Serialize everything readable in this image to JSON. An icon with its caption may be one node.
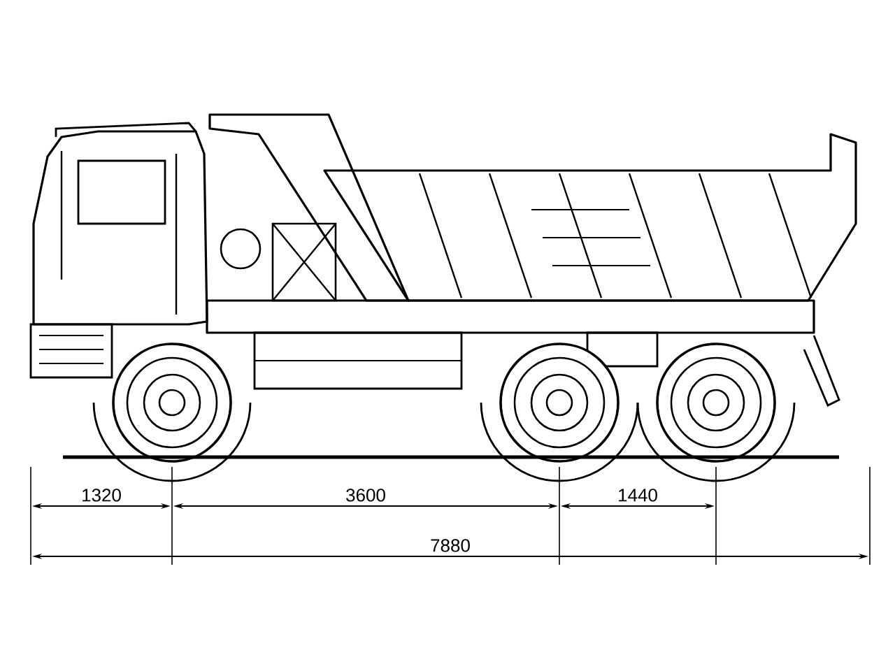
{
  "diagram": {
    "labels": [
      "1320",
      "3600",
      "1440",
      "7880"
    ]
  }
}
